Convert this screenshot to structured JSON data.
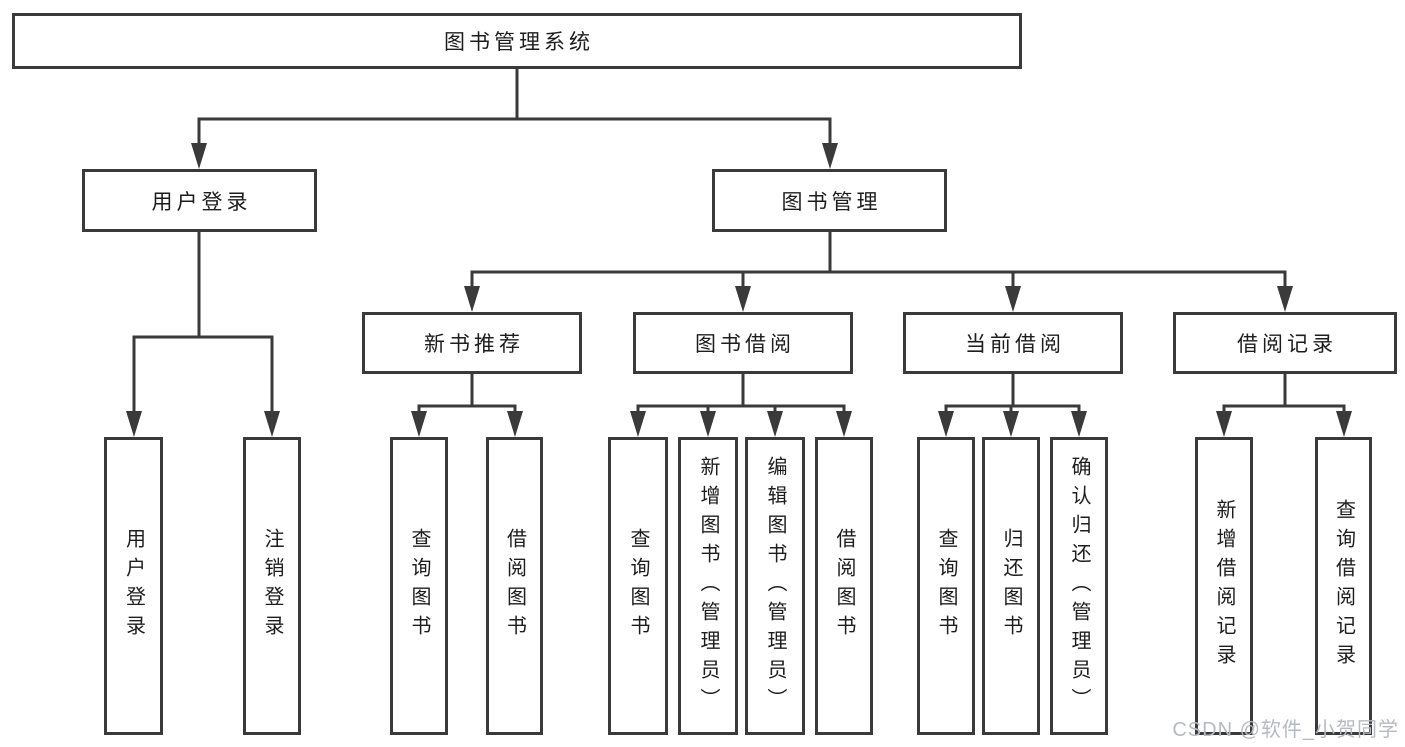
{
  "tree": {
    "root": {
      "label": "图书管理系统",
      "children": [
        {
          "label": "用户登录",
          "children": [
            {
              "label": "用户登录"
            },
            {
              "label": "注销登录"
            }
          ]
        },
        {
          "label": "图书管理",
          "children": [
            {
              "label": "新书推荐",
              "children": [
                {
                  "label": "查询图书"
                },
                {
                  "label": "借阅图书"
                }
              ]
            },
            {
              "label": "图书借阅",
              "children": [
                {
                  "label": "查询图书"
                },
                {
                  "label": "新增图书（管理员）"
                },
                {
                  "label": "编辑图书（管理员）"
                },
                {
                  "label": "借阅图书"
                }
              ]
            },
            {
              "label": "当前借阅",
              "children": [
                {
                  "label": "查询图书"
                },
                {
                  "label": "归还图书"
                },
                {
                  "label": "确认归还（管理员）"
                }
              ]
            },
            {
              "label": "借阅记录",
              "children": [
                {
                  "label": "新增借阅记录"
                },
                {
                  "label": "查询借阅记录"
                }
              ]
            }
          ]
        }
      ]
    }
  },
  "watermark": "CSDN @软件_小贺同学",
  "colors": {
    "line": "#3a3a3a",
    "text": "#1d1d1d",
    "watermark": "#b6bac0",
    "background": "#ffffff"
  }
}
